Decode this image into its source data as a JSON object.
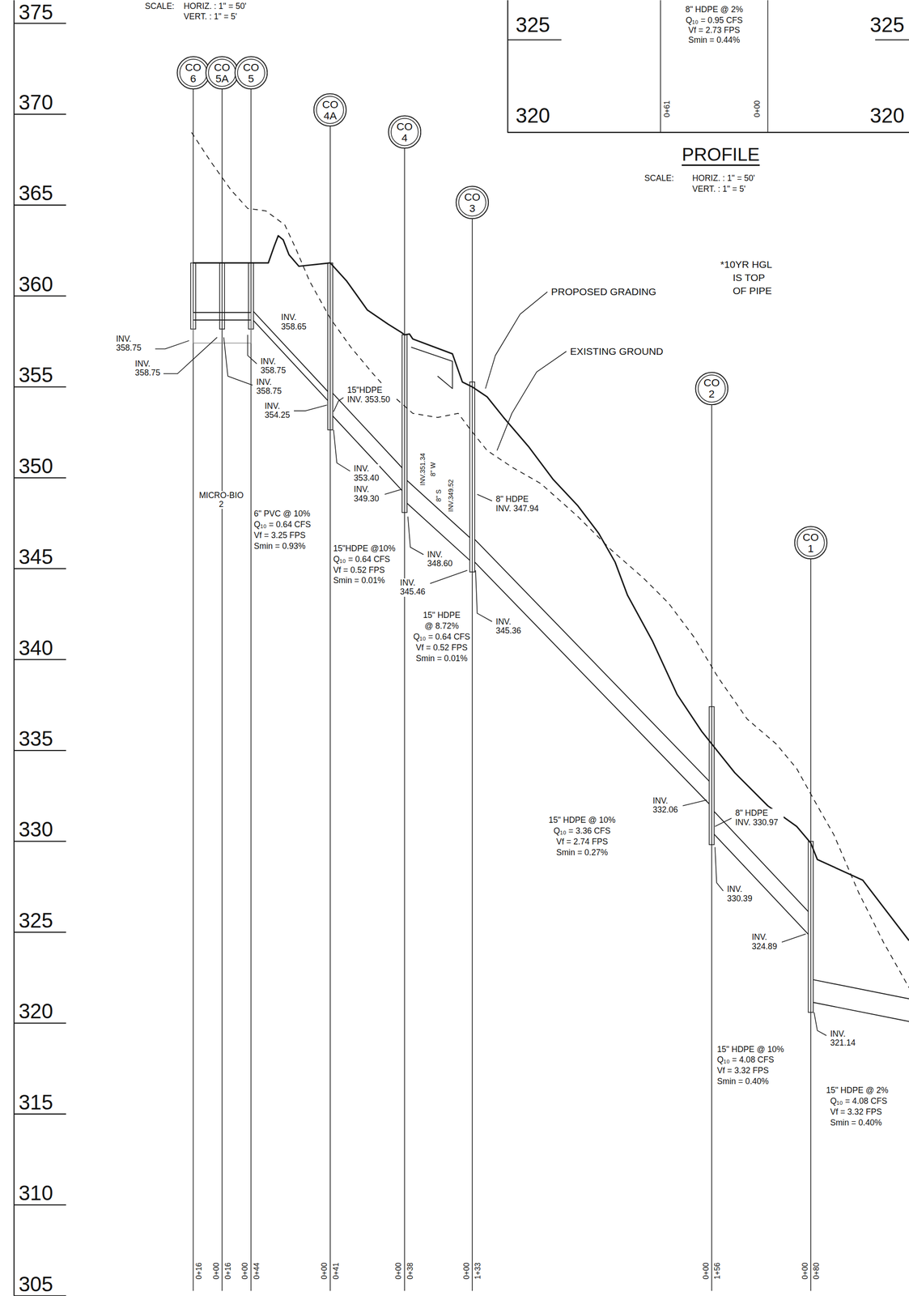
{
  "diagram": {
    "title": "PROFILE",
    "nodes": [
      {
        "text": [
          "CO 6"
        ]
      },
      {
        "text": [
          "CO 5A"
        ]
      },
      {
        "text": [
          "CO 5"
        ]
      },
      {
        "text": [
          "CO 4A"
        ]
      },
      {
        "text": [
          "CO 4"
        ]
      },
      {
        "text": [
          "CO 3"
        ]
      },
      {
        "text": [
          "CO 2"
        ]
      },
      {
        "text": [
          "CO 1"
        ]
      }
    ],
    "labels": [
      "375",
      "370",
      "365",
      "360",
      "355",
      "350",
      "345",
      "340",
      "335",
      "330",
      "325",
      "320",
      "315",
      "310",
      "305",
      "SCALE:",
      "HORIZ. : 1\" = 50'",
      "VERT. : 1\" = 5'",
      "325",
      "325",
      "320",
      "320",
      "8\" HDPE @ 2%",
      "Q₁₀ = 0.95 CFS",
      "Vf = 2.73 FPS",
      "Smin = 0.44%",
      "0+61",
      "0+00",
      "SCALE:",
      "HORIZ. : 1\" = 50'",
      "VERT. : 1\" = 5'",
      "*10YR HGL",
      "IS TOP",
      "OF PIPE",
      "PROPOSED GRADING",
      "EXISTING GROUND",
      "INV. 358.65",
      "INV. 358.75",
      "INV. 358.75",
      "INV. 358.75",
      "INV. 358.75",
      "INV. 354.25",
      "15\"HDPE INV. 353.50",
      "INV. 353.40",
      "INV. 349.30",
      "INV.351.34",
      "8\" W",
      "8\" S",
      "INV.349.52",
      "8\" HDPE INV. 347.94",
      "INV. 348.60",
      "INV. 345.46",
      "INV. 345.36",
      "MICRO-BIO 2",
      "6\" PVC @ 10%",
      "Q₁₀ = 0.64 CFS",
      "Vf = 3.25 FPS",
      "Smin = 0.93%",
      "15\"HDPE @10%",
      "Q₁₀ = 0.64 CFS",
      "Vf = 0.52 FPS",
      "Smin = 0.01%",
      "15\" HDPE",
      "@ 8.72%",
      "Q₁₀ = 0.64 CFS",
      "Vf = 0.52 FPS",
      "Smin = 0.01%",
      "15\" HDPE @ 10%",
      "Q₁₀ = 3.36 CFS",
      "Vf = 2.74 FPS",
      "Smin = 0.27%",
      "INV. 332.06",
      "8\" HDPE INV. 330.97",
      "INV. 330.39",
      "INV. 324.89",
      "INV. 321.14",
      "15\" HDPE @ 10%",
      "Q₁₀ = 4.08 CFS",
      "Vf = 3.32 FPS",
      "Smin = 0.40%",
      "15\" HDPE @ 2%",
      "Q₁₀ = 4.08 CFS",
      "Vf = 3.32 FPS",
      "Smin = 0.40%",
      "0+16",
      "0+00",
      "0+16",
      "0+00",
      "0+44",
      "0+00",
      "0+41",
      "0+00",
      "0+38",
      "0+00",
      "1+33",
      "0+00",
      "1+56",
      "0+00",
      "0+80"
    ]
  }
}
